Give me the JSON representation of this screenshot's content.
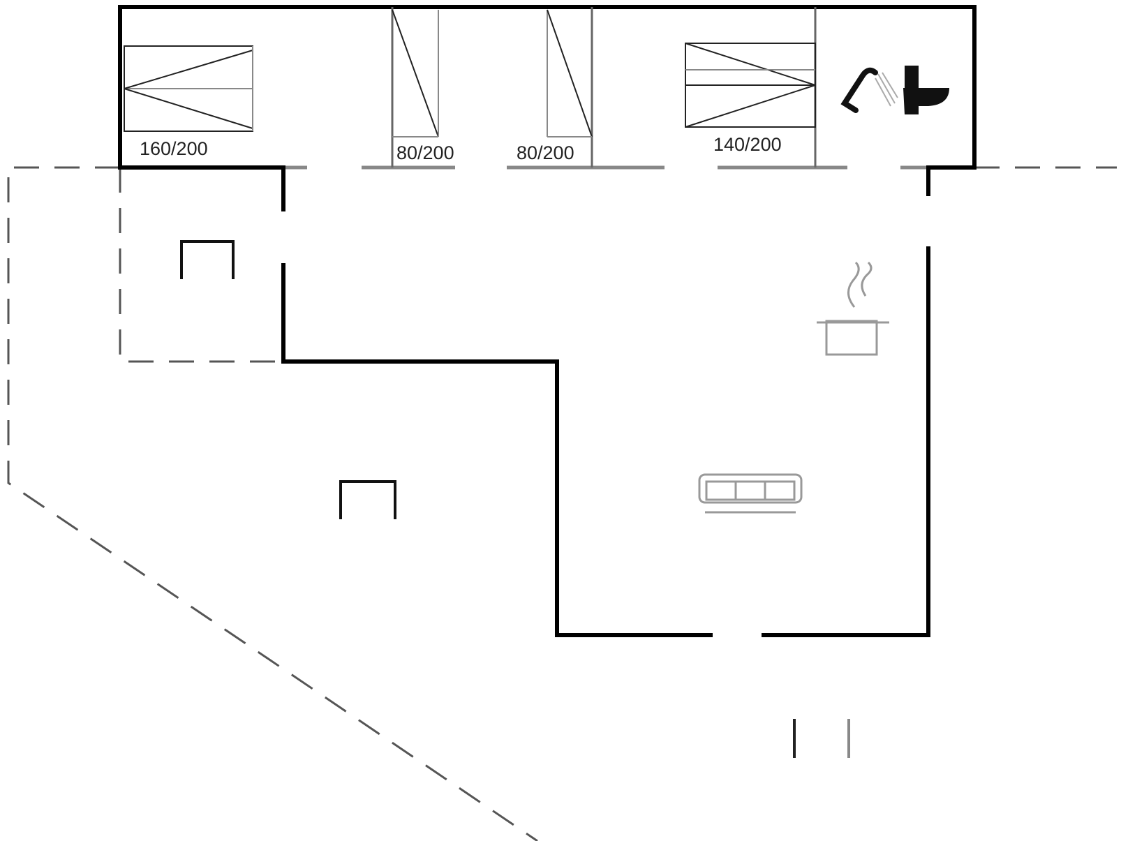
{
  "beds": [
    {
      "label": "160/200"
    },
    {
      "label": "80/200"
    },
    {
      "label": "80/200"
    },
    {
      "label": "140/200"
    }
  ],
  "icons": [
    "shower-icon",
    "toilet-icon",
    "cooking-pot-icon",
    "sofa-icon",
    "chair-icon",
    "chair-icon",
    "door-marker-icon"
  ],
  "colors": {
    "wall": "#000000",
    "outline": "#555555",
    "background": "#ffffff"
  }
}
